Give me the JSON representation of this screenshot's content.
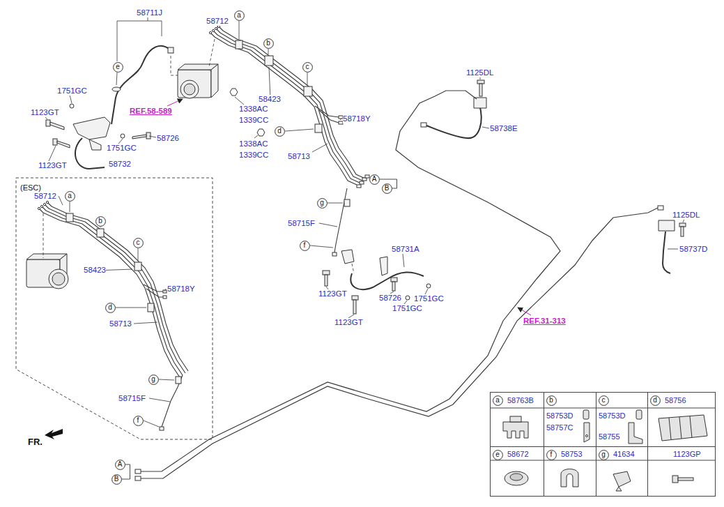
{
  "diagram": {
    "nodes": [
      {
        "text": [
          "a"
        ]
      },
      {
        "text": [
          "b"
        ]
      },
      {
        "text": [
          "c"
        ]
      },
      {
        "text": [
          "e"
        ]
      },
      {
        "text": [
          "d"
        ]
      },
      {
        "text": [
          "A"
        ]
      },
      {
        "text": [
          "B"
        ]
      },
      {
        "text": [
          "g"
        ]
      },
      {
        "text": [
          "f"
        ]
      },
      {
        "text": [
          "(ESC)"
        ]
      },
      {
        "text": [
          "a"
        ],
        "in": 9
      },
      {
        "text": [
          "b"
        ],
        "in": 9
      },
      {
        "text": [
          "c"
        ],
        "in": 9
      },
      {
        "text": [
          "d"
        ],
        "in": 9
      },
      {
        "text": [
          "g"
        ],
        "in": 9
      },
      {
        "text": [
          "f"
        ],
        "in": 9
      },
      {
        "text": [
          "A"
        ]
      },
      {
        "text": [
          "B"
        ]
      },
      {
        "text": [
          "58763B"
        ]
      },
      {
        "text": [
          "a"
        ],
        "in": 18
      },
      {
        "text": [
          "58753D",
          "58757C"
        ]
      },
      {
        "text": [
          "b"
        ],
        "in": 20
      },
      {
        "text": [
          "58753D",
          "58755"
        ]
      },
      {
        "text": [
          "c"
        ],
        "in": 22
      },
      {
        "text": [
          "58756"
        ]
      },
      {
        "text": [
          "d"
        ],
        "in": 24
      },
      {
        "text": [
          "58672"
        ]
      },
      {
        "text": [
          "e"
        ],
        "in": 26
      },
      {
        "text": [
          "58753"
        ]
      },
      {
        "text": [
          "f"
        ],
        "in": 28
      },
      {
        "text": [
          "41634"
        ]
      },
      {
        "text": [
          "g"
        ],
        "in": 30
      },
      {
        "text": [
          "1123GP"
        ]
      }
    ],
    "edges": [
      {
        "from": 5,
        "to": 6,
        "arrow": "none"
      },
      {
        "from": 16,
        "to": 17,
        "arrow": "none"
      }
    ],
    "labels": [
      "58711J",
      "58712",
      "58423",
      "1338AC",
      "1339CC",
      "1338AC",
      "1339CC",
      "58718Y",
      "58713",
      "REF.58-589",
      "1751GC",
      "1123GT",
      "58726",
      "1751GC",
      "1123GT",
      "58732",
      "58715F",
      "58731A",
      "1123GT",
      "58726",
      "1751GC",
      "1751GC",
      "1123GT",
      "1125DL",
      "58738E",
      "1125DL",
      "58737D",
      "REF.31-313",
      "58712",
      "58423",
      "58718Y",
      "58713",
      "58715F",
      "FR."
    ]
  }
}
